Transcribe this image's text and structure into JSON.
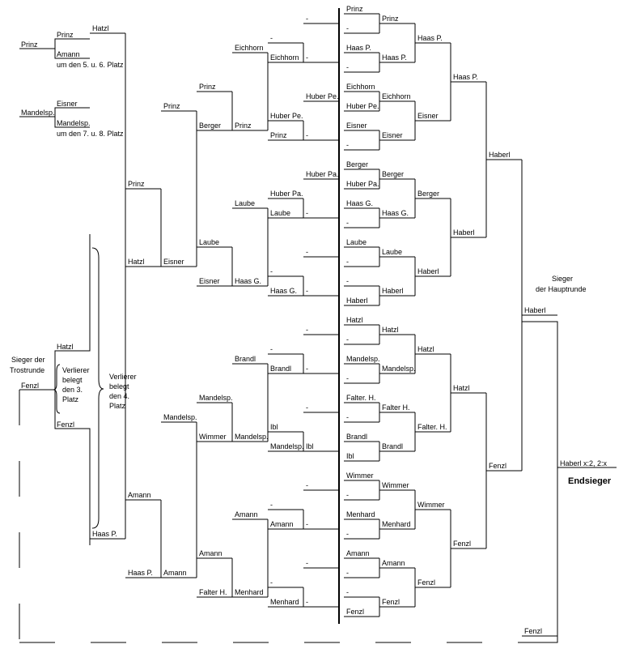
{
  "consolation": {
    "fifth_place": {
      "feed": "Prinz",
      "top": "Prinz",
      "bottom": "Amann",
      "note": "um den 5. u. 6. Platz"
    },
    "seventh_place": {
      "feed": "Mandelsp.",
      "top": "Eisner",
      "bottom": "Mandelsp.",
      "note": "um den 7. u. 8. Platz"
    },
    "trost_winner": {
      "label_line1": "Sieger der",
      "label_line2": "Trostrunde",
      "name": "Fenzl"
    },
    "trost_final": {
      "top": "Hatzl",
      "bottom": "Fenzl"
    },
    "third_place_note": [
      "Verlierer",
      "belegt",
      "den 3.",
      "Platz"
    ],
    "fourth_place_note": [
      "Verlierer",
      "belegt",
      "den 4.",
      "Platz"
    ]
  },
  "loser_bracket": [
    {
      "col": 1,
      "items": [
        [
          40,
          "Hatzl"
        ],
        [
          664,
          "Haas P."
        ]
      ]
    },
    {
      "col": 2,
      "items": [
        [
          232,
          "Prinz"
        ],
        [
          328,
          "Hatzl"
        ],
        [
          616,
          "Amann"
        ],
        [
          712,
          "Haas P."
        ]
      ]
    },
    {
      "col": 3,
      "items": [
        [
          136,
          "Prinz"
        ],
        [
          328,
          "Eisner"
        ],
        [
          520,
          "Mandelsp."
        ],
        [
          712,
          "Amann"
        ]
      ]
    },
    {
      "col": 4,
      "items": [
        [
          112,
          "Prinz"
        ],
        [
          160,
          "Berger"
        ],
        [
          304,
          "Laube"
        ],
        [
          352,
          "Eisner"
        ],
        [
          496,
          "Mandelsp."
        ],
        [
          544,
          "Wimmer"
        ],
        [
          688,
          "Amann"
        ],
        [
          736,
          "Falter H."
        ]
      ]
    },
    {
      "col": 5,
      "items": [
        [
          64,
          "Eichhorn"
        ],
        [
          160,
          "Prinz"
        ],
        [
          256,
          "Laube"
        ],
        [
          352,
          "Haas G."
        ],
        [
          448,
          "Brandl"
        ],
        [
          544,
          "Mandelsp."
        ],
        [
          640,
          "Amann"
        ],
        [
          736,
          "Menhard"
        ]
      ]
    },
    {
      "col": 6,
      "items": [
        [
          52,
          "-"
        ],
        [
          76,
          "Eichhorn"
        ],
        [
          148,
          "Huber Pe."
        ],
        [
          172,
          "Prinz"
        ],
        [
          244,
          "Huber Pa."
        ],
        [
          268,
          "Laube"
        ],
        [
          340,
          "-"
        ],
        [
          364,
          "Haas G."
        ],
        [
          436,
          "-"
        ],
        [
          460,
          "Brandl"
        ],
        [
          532,
          "Ibl"
        ],
        [
          556,
          "Mandelsp."
        ],
        [
          628,
          "-"
        ],
        [
          652,
          "Amann"
        ],
        [
          724,
          "-"
        ],
        [
          748,
          "Menhard"
        ]
      ]
    },
    {
      "col": 7,
      "items": [
        [
          28,
          "-"
        ],
        [
          76,
          "-"
        ],
        [
          124,
          "Huber Pe."
        ],
        [
          172,
          "-"
        ],
        [
          220,
          "Huber Pa."
        ],
        [
          268,
          "-"
        ],
        [
          316,
          "-"
        ],
        [
          364,
          "-"
        ],
        [
          412,
          "-"
        ],
        [
          460,
          "-"
        ],
        [
          508,
          "-"
        ],
        [
          556,
          "Ibl"
        ],
        [
          604,
          "-"
        ],
        [
          652,
          "-"
        ],
        [
          700,
          "-"
        ],
        [
          748,
          "-"
        ]
      ]
    }
  ],
  "main_bracket": [
    {
      "col": 1,
      "items": [
        [
          16,
          "Prinz"
        ],
        [
          40,
          "-"
        ],
        [
          64,
          "Haas P."
        ],
        [
          88,
          "-"
        ],
        [
          112,
          "Eichhorn"
        ],
        [
          136,
          "Huber Pe."
        ],
        [
          160,
          "Eisner"
        ],
        [
          184,
          "-"
        ],
        [
          208,
          "Berger"
        ],
        [
          232,
          "Huber Pa."
        ],
        [
          256,
          "Haas G."
        ],
        [
          280,
          "-"
        ],
        [
          304,
          "Laube"
        ],
        [
          328,
          "-"
        ],
        [
          352,
          "-"
        ],
        [
          376,
          "Haberl"
        ],
        [
          400,
          "Hatzl"
        ],
        [
          424,
          "-"
        ],
        [
          448,
          "Mandelsp."
        ],
        [
          472,
          "-"
        ],
        [
          496,
          "Falter. H."
        ],
        [
          520,
          "-"
        ],
        [
          544,
          "Brandl"
        ],
        [
          568,
          "Ibl"
        ],
        [
          592,
          "Wimmer"
        ],
        [
          616,
          "-"
        ],
        [
          640,
          "Menhard"
        ],
        [
          664,
          "-"
        ],
        [
          688,
          "Amann"
        ],
        [
          712,
          "-"
        ],
        [
          736,
          "-"
        ],
        [
          760,
          "Fenzl"
        ]
      ]
    },
    {
      "col": 2,
      "items": [
        [
          28,
          "Prinz"
        ],
        [
          76,
          "Haas P."
        ],
        [
          124,
          "Eichhorn"
        ],
        [
          172,
          "Eisner"
        ],
        [
          220,
          "Berger"
        ],
        [
          268,
          "Haas G."
        ],
        [
          316,
          "Laube"
        ],
        [
          364,
          "Haberl"
        ],
        [
          412,
          "Hatzl"
        ],
        [
          460,
          "Mandelsp."
        ],
        [
          508,
          "Falter H."
        ],
        [
          556,
          "Brandl"
        ],
        [
          604,
          "Wimmer"
        ],
        [
          652,
          "Menhard"
        ],
        [
          700,
          "Amann"
        ],
        [
          748,
          "Fenzl"
        ]
      ]
    },
    {
      "col": 3,
      "items": [
        [
          52,
          "Haas P."
        ],
        [
          148,
          "Eisner"
        ],
        [
          244,
          "Berger"
        ],
        [
          340,
          "Haberl"
        ],
        [
          436,
          "Hatzl"
        ],
        [
          532,
          "Falter. H."
        ],
        [
          628,
          "Wimmer"
        ],
        [
          724,
          "Fenzl"
        ]
      ]
    },
    {
      "col": 4,
      "items": [
        [
          100,
          "Haas P."
        ],
        [
          292,
          "Haberl"
        ],
        [
          484,
          "Hatzl"
        ],
        [
          676,
          "Fenzl"
        ]
      ]
    },
    {
      "col": 5,
      "items": [
        [
          196,
          "Haberl"
        ],
        [
          580,
          "Fenzl"
        ]
      ]
    },
    {
      "col": 6,
      "items": [
        [
          388,
          "Haberl"
        ],
        [
          784,
          "Fenzl"
        ]
      ]
    }
  ],
  "main_winner": {
    "label_line1": "Sieger",
    "label_line2": "der Hauptrunde",
    "result": "Haberl x:2, 2:x",
    "title": "Endsieger"
  }
}
